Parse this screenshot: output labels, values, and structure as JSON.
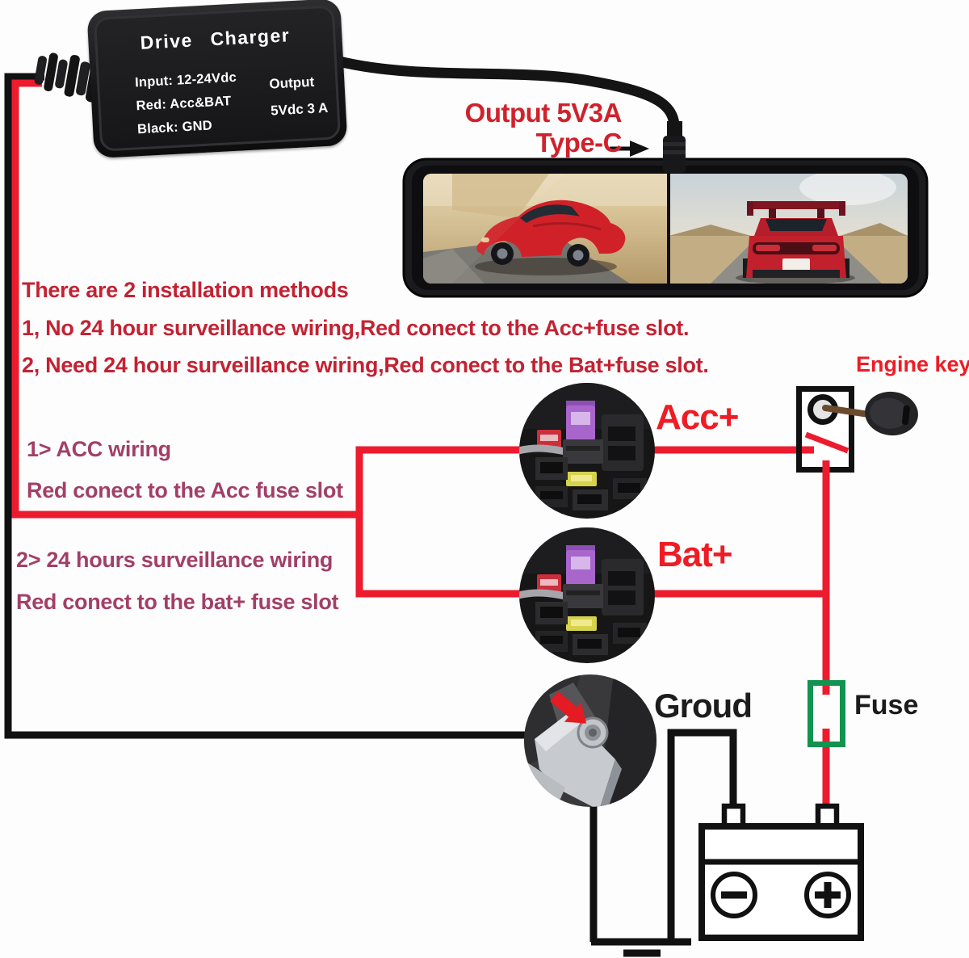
{
  "charger": {
    "title": "Drive Charger",
    "input": "Input: 12-24Vdc",
    "red": "Red: Acc&BAT",
    "black": "Black: GND",
    "output_label": "Output",
    "output_value": "5Vdc 3 A"
  },
  "output_annotation": {
    "line1": "Output 5V3A",
    "line2": "Type-C"
  },
  "instructions": {
    "heading": "There are 2 installation methods",
    "method1": "1, No 24 hour surveillance wiring,Red conect to the Acc+fuse slot.",
    "method2": "2, Need 24 hour surveillance wiring,Red conect to the Bat+fuse slot."
  },
  "acc_wiring": {
    "title": "1> ACC wiring",
    "desc": "Red conect to the Acc fuse slot"
  },
  "bat_wiring": {
    "title": "2> 24 hours surveillance wiring",
    "desc": "Red conect to the bat+ fuse slot"
  },
  "labels": {
    "acc": "Acc+",
    "bat": "Bat+",
    "engine_key": "Engine key",
    "ground": "Groud",
    "fuse": "Fuse"
  },
  "colors": {
    "annotation_red": "#c32233",
    "bright_red": "#ee1c25",
    "purple": "#a23f68",
    "wire_red": "#ec1c2e",
    "wire_black": "#111111",
    "fuse_green": "#12934f"
  }
}
